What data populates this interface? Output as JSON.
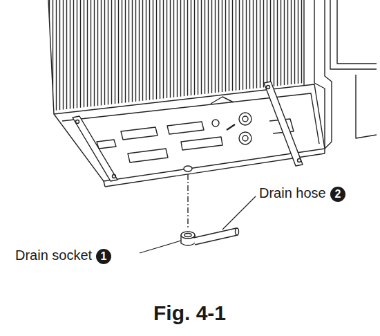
{
  "diagram": {
    "caption": "Fig. 4-1",
    "labels": [
      "Drain hose",
      "2",
      "Drain socket",
      "1"
    ]
  }
}
